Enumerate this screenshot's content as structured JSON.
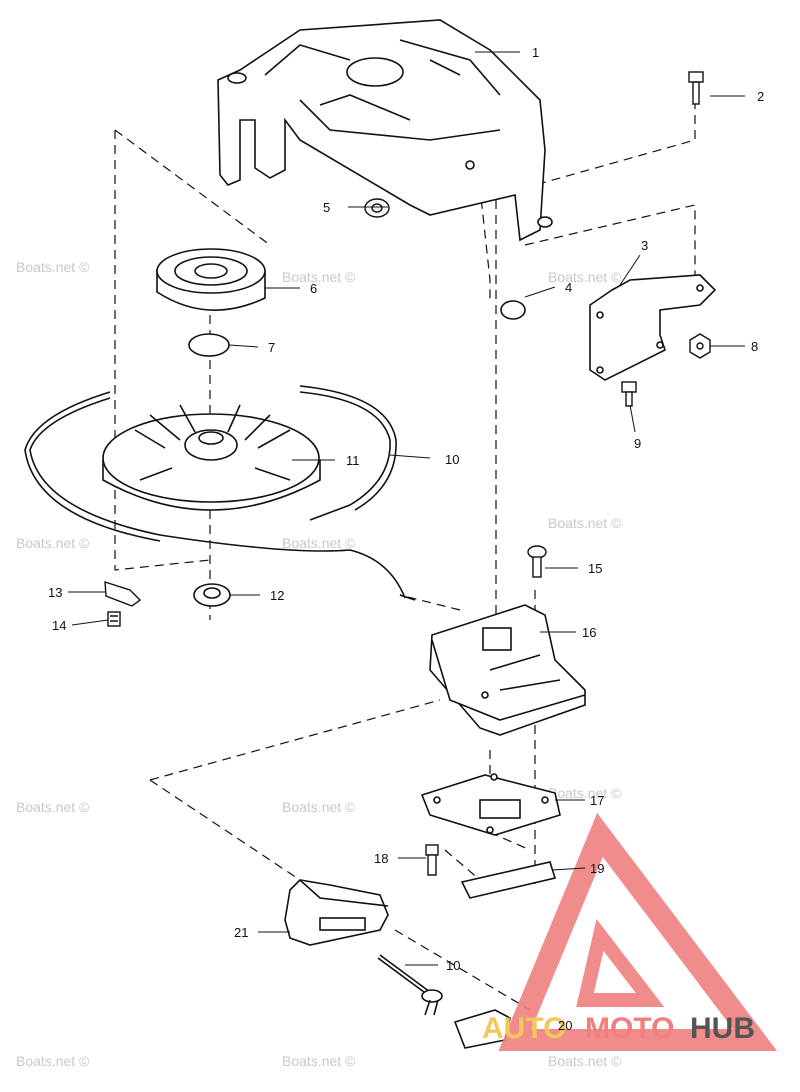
{
  "watermark": "Boats.net ©",
  "brand": {
    "part1": "AUTO",
    "part2": "MOTO",
    "part3": "HUB",
    "color_primary": "#f08080",
    "color_secondary": "#f2c75c",
    "color_dark": "#555555"
  },
  "parts": [
    {
      "id": "p1",
      "label": "1"
    },
    {
      "id": "p2",
      "label": "2"
    },
    {
      "id": "p3",
      "label": "3"
    },
    {
      "id": "p4",
      "label": "4"
    },
    {
      "id": "p5",
      "label": "5"
    },
    {
      "id": "p6",
      "label": "6"
    },
    {
      "id": "p7",
      "label": "7"
    },
    {
      "id": "p8",
      "label": "8"
    },
    {
      "id": "p9",
      "label": "9"
    },
    {
      "id": "p10a",
      "label": "10"
    },
    {
      "id": "p11",
      "label": "11"
    },
    {
      "id": "p12",
      "label": "12"
    },
    {
      "id": "p13",
      "label": "13"
    },
    {
      "id": "p14",
      "label": "14"
    },
    {
      "id": "p15",
      "label": "15"
    },
    {
      "id": "p16",
      "label": "16"
    },
    {
      "id": "p17",
      "label": "17"
    },
    {
      "id": "p18",
      "label": "18"
    },
    {
      "id": "p19",
      "label": "19"
    },
    {
      "id": "p21",
      "label": "21"
    },
    {
      "id": "p10b",
      "label": "10"
    },
    {
      "id": "p20",
      "label": "20"
    }
  ]
}
